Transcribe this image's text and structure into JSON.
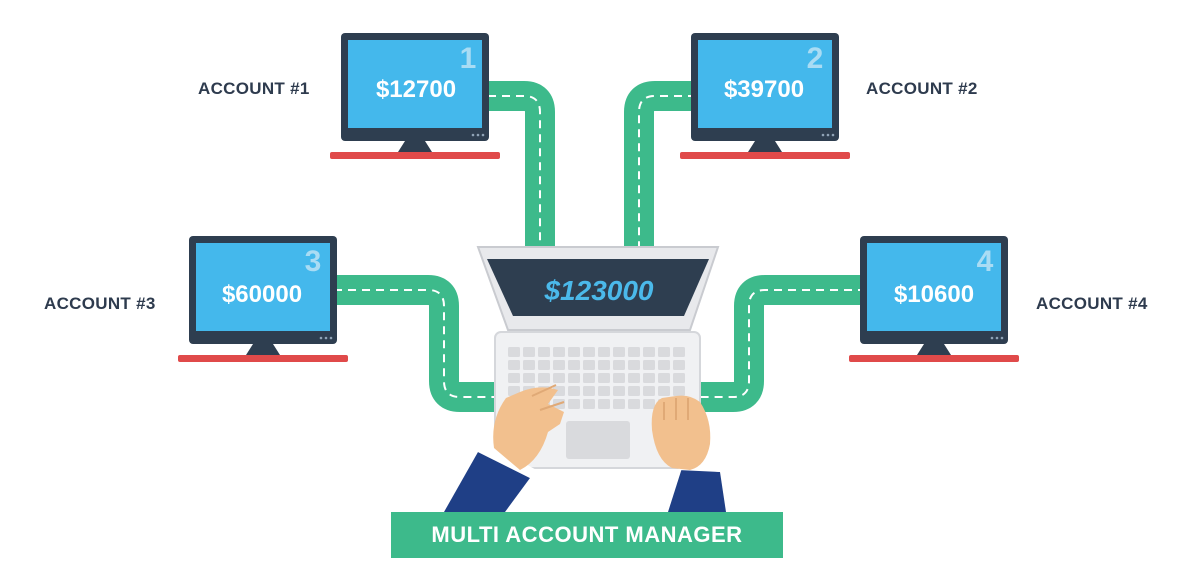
{
  "accounts": [
    {
      "number": "1",
      "label": "ACCOUNT #1",
      "balance": "$12700"
    },
    {
      "number": "2",
      "label": "ACCOUNT #2",
      "balance": "$39700"
    },
    {
      "number": "3",
      "label": "ACCOUNT #3",
      "balance": "$60000"
    },
    {
      "number": "4",
      "label": "ACCOUNT #4",
      "balance": "$10600"
    }
  ],
  "laptop": {
    "total": "$123000"
  },
  "banner": {
    "text": "MULTI ACCOUNT MANAGER"
  },
  "colors": {
    "screen": "#44b8ec",
    "bezel": "#2e3e50",
    "base": "#e04a4a",
    "cable": "#3dba8b",
    "banner": "#3dba8b",
    "laptop_screen": "#2e3e50",
    "total_text": "#4bb9ea",
    "label_text": "#2e3b4e",
    "sleeve": "#1f3f86",
    "skin": "#f2c08e"
  }
}
